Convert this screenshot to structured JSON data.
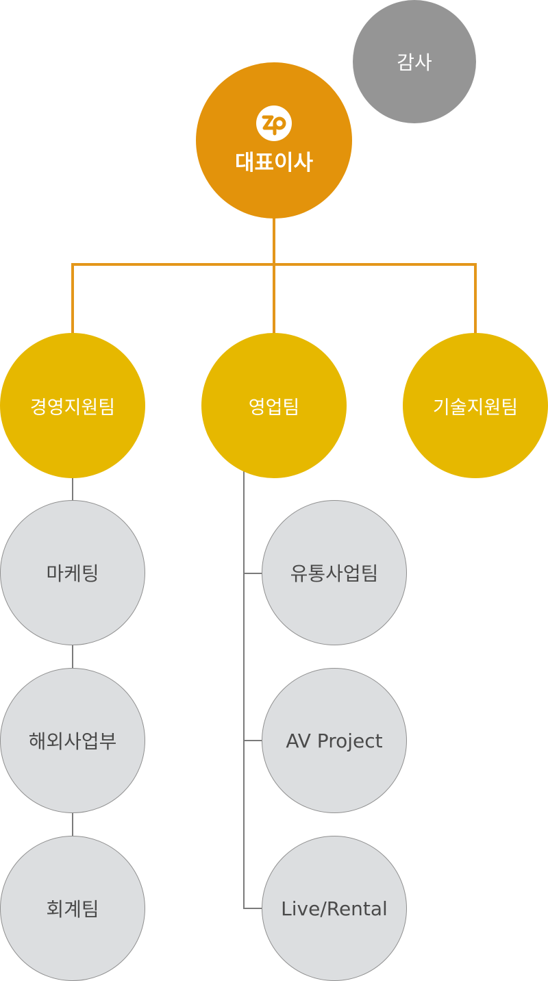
{
  "chart": {
    "auditor": "감사",
    "ceo": {
      "label": "대표이사",
      "logo_text": "ZP"
    },
    "teams": [
      {
        "label": "경영지원팀",
        "sub_units": [
          "마케팅",
          "해외사업부",
          "회계팀"
        ]
      },
      {
        "label": "영업팀",
        "sub_units": [
          "유통사업팀",
          "AV Project",
          "Live/Rental"
        ]
      },
      {
        "label": "기술지원팀",
        "sub_units": []
      }
    ]
  },
  "colors": {
    "ceo": "#e3930b",
    "auditor": "#959595",
    "team": "#e6b800",
    "sub_unit": "#dcdee0",
    "connector_primary": "#e3961a",
    "connector_secondary": "#7a7a7a"
  },
  "icons": {
    "ceo_logo": "zp-logo-icon"
  }
}
